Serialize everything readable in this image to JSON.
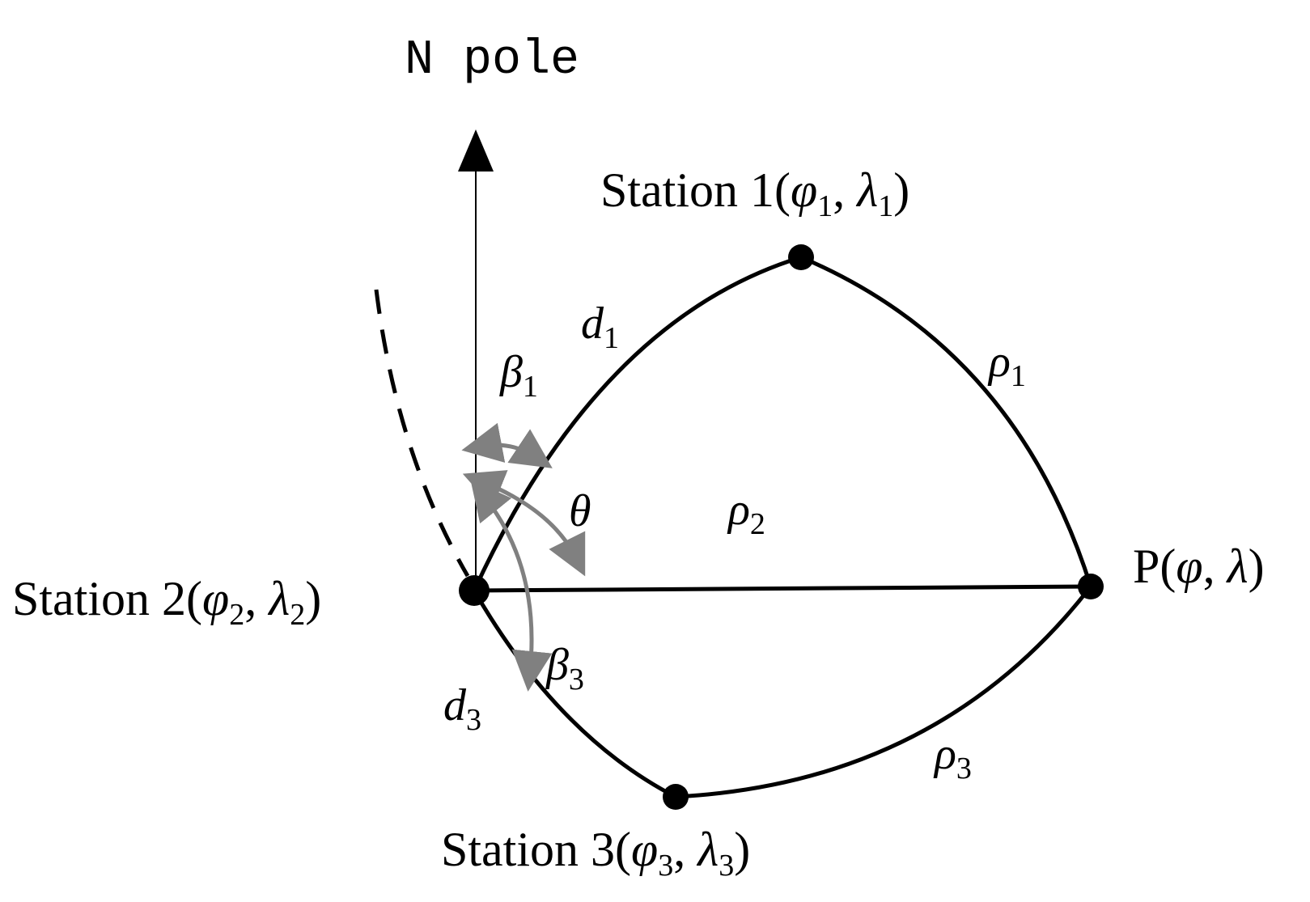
{
  "north": {
    "label": "N pole"
  },
  "stations": {
    "s1": {
      "name": "Station 1",
      "phi": "φ",
      "phi_sub": "1",
      "lambda": "λ",
      "lambda_sub": "1"
    },
    "s2": {
      "name": "Station 2",
      "phi": "φ",
      "phi_sub": "2",
      "lambda": "λ",
      "lambda_sub": "2"
    },
    "s3": {
      "name": "Station 3",
      "phi": "φ",
      "phi_sub": "3",
      "lambda": "λ",
      "lambda_sub": "3"
    },
    "p": {
      "name": "P",
      "phi": "φ",
      "lambda": "λ"
    }
  },
  "arcs": {
    "d1": {
      "sym": "d",
      "sub": "1"
    },
    "d3": {
      "sym": "d",
      "sub": "3"
    },
    "rho1": {
      "sym": "ρ",
      "sub": "1"
    },
    "rho2": {
      "sym": "ρ",
      "sub": "2"
    },
    "rho3": {
      "sym": "ρ",
      "sub": "3"
    }
  },
  "angles": {
    "beta1": {
      "sym": "β",
      "sub": "1"
    },
    "beta3": {
      "sym": "β",
      "sub": "3"
    },
    "theta": {
      "sym": "θ"
    }
  },
  "colors": {
    "line": "#000000",
    "angle_arrow": "#808080"
  }
}
